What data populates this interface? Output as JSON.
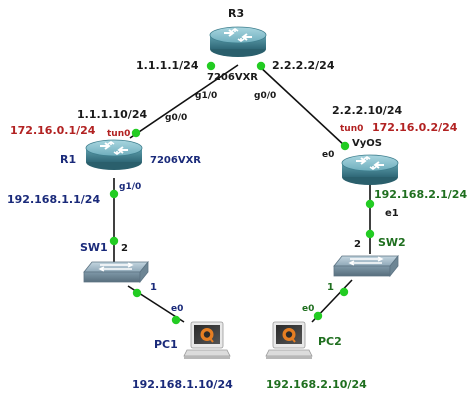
{
  "nodes": {
    "r3": {
      "name": "R3",
      "model": "7206VXR"
    },
    "r1": {
      "name": "R1",
      "model": "7206VXR"
    },
    "vyos": {
      "name": "VyOS"
    },
    "sw1": {
      "name": "SW1"
    },
    "sw2": {
      "name": "SW2"
    },
    "pc1": {
      "name": "PC1",
      "ip": "192.168.1.10/24"
    },
    "pc2": {
      "name": "PC2",
      "ip": "192.168.2.10/24"
    }
  },
  "labels": {
    "r3_left_ip": "1.1.1.1/24",
    "r3_right_ip": "2.2.2.2/24",
    "r3_g10": "g1/0",
    "r3_g00": "g0/0",
    "r1_wan_ip": "1.1.1.10/24",
    "r1_g00": "g0/0",
    "r1_tun_ip": "172.16.0.1/24",
    "r1_tun": "tun0",
    "r1_g10": "g1/0",
    "r1_lan_ip": "192.168.1.1/24",
    "vyos_wan_ip": "2.2.2.10/24",
    "vyos_tun": "tun0",
    "vyos_tun_ip": "172.16.0.2/24",
    "vyos_e0": "e0",
    "vyos_lan_ip": "192.168.2.1/24",
    "vyos_e1": "e1",
    "sw1_port2": "2",
    "sw1_port1": "1",
    "pc1_e0": "e0",
    "sw2_port2": "2",
    "sw2_port1": "1",
    "pc2_e0": "e0"
  },
  "colors": {
    "link": "#111111",
    "port_dot": "#22cc22",
    "router_body": "#4e8f9e",
    "router_top": "#8cc5d2",
    "tunnel_text": "#b22222",
    "lan1_text": "#1a2a7a",
    "lan2_text": "#1f6f1f"
  },
  "icons": {
    "router": "router-icon",
    "switch": "switch-icon",
    "pc": "pc-icon"
  }
}
